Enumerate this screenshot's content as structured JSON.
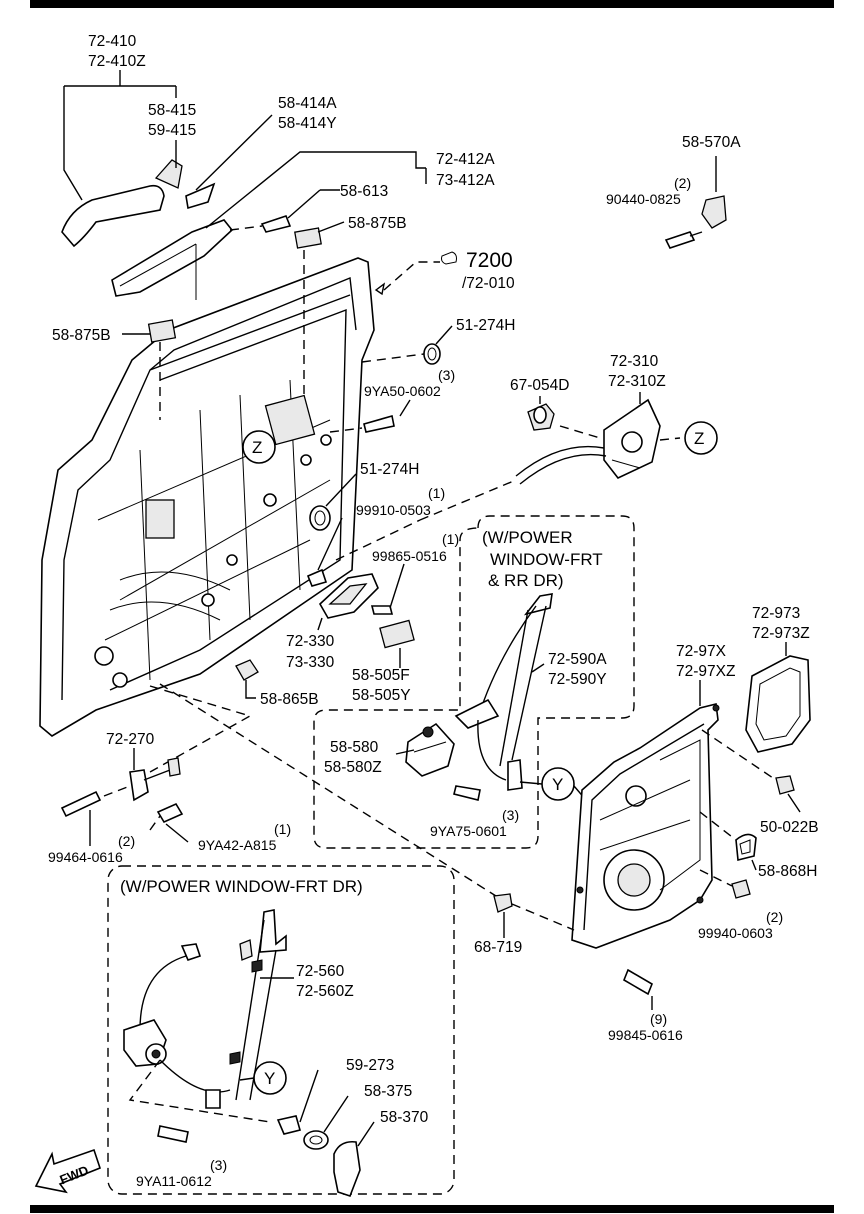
{
  "callouts": {
    "handle_outer": [
      "72-410",
      "72-410Z"
    ],
    "handle_cap": [
      "58-415",
      "59-415"
    ],
    "handle_gasket": [
      "58-414A",
      "58-414Y"
    ],
    "handle_base": [
      "72-412A",
      "73-412A"
    ],
    "handle_screw": "58-613",
    "pad_upper": "58-875B",
    "pad_left": "58-875B",
    "section_ref_num": "7200",
    "section_ref_sub": "/72-010",
    "clip_58570": "58-570A",
    "bolt_90440_qty": "(2)",
    "bolt_90440": "90440-0825",
    "plug_upper": "51-274H",
    "bolt_9ya50_qty": "(3)",
    "bolt_9ya50": "9YA50-0602",
    "grommet_67054": "67-054D",
    "latch": [
      "72-310",
      "72-310Z"
    ],
    "plug_lower": "51-274H",
    "screw_99910_qty": "(1)",
    "screw_99910": "99910-0503",
    "screw_99865_qty": "(1)",
    "screw_99865": "99865-0516",
    "inner_handle": [
      "72-330",
      "73-330"
    ],
    "inner_cover": [
      "58-505F",
      "58-505Y"
    ],
    "stopper": "58-865B",
    "regulator_rr": [
      "72-590A",
      "72-590Y"
    ],
    "motor": [
      "58-580",
      "58-580Z"
    ],
    "bolt_9ya75_qty": "(3)",
    "bolt_9ya75": "9YA75-0601",
    "check_link": "72-270",
    "bolt_99464_qty": "(2)",
    "bolt_99464": "99464-0616",
    "bolt_9ya42_qty": "(1)",
    "bolt_9ya42": "9YA42-A815",
    "seal_72973": [
      "72-973",
      "72-973Z"
    ],
    "module_panel": [
      "72-97X",
      "72-97XZ"
    ],
    "clip_50022": "50-022B",
    "seal_58868": "58-868H",
    "nut_99940_qty": "(2)",
    "nut_99940": "99940-0603",
    "clip_68719": "68-719",
    "screw_99845_qty": "(9)",
    "screw_99845": "99845-0616",
    "regulator_frt": [
      "72-560",
      "72-560Z"
    ],
    "crank_washer": "59-273",
    "crank_ring": "58-375",
    "crank_handle": "58-370",
    "bolt_9ya11_qty": "(3)",
    "bolt_9ya11": "9YA11-0612"
  },
  "boxes": {
    "power_window_both": [
      "(W/POWER",
      "WINDOW-FRT",
      "& RR DR)"
    ],
    "power_window_frt": "(W/POWER WINDOW-FRT DR)"
  },
  "markers": {
    "z": "Z",
    "y": "Y"
  },
  "fwd_label": "FWD"
}
